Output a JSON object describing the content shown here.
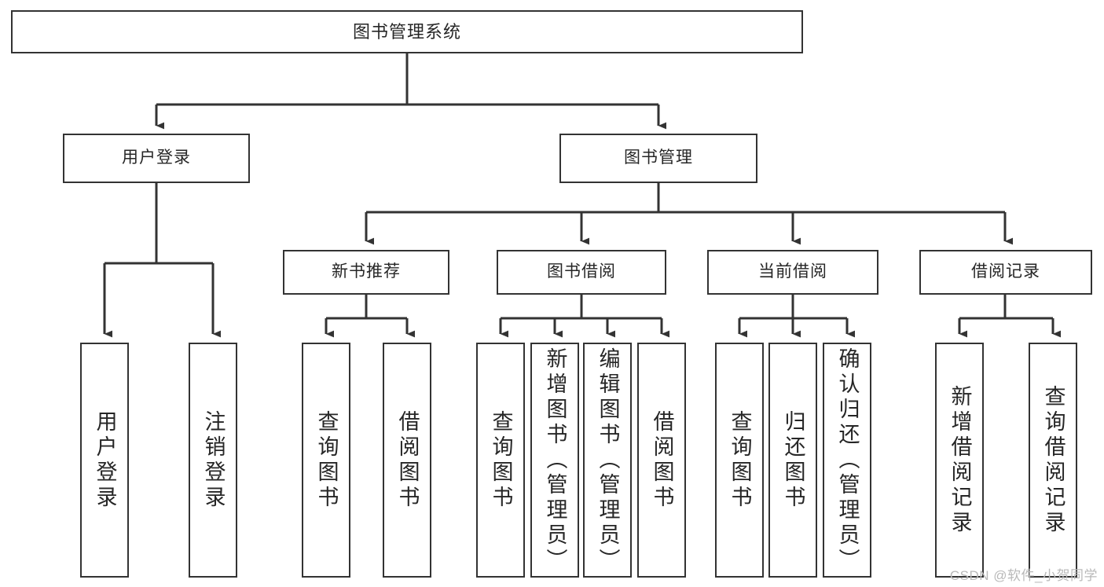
{
  "diagram": {
    "title": "图书管理系统",
    "watermark": "CSDN @软件_小贺同学",
    "line_color": "#333333",
    "box_border_color": "#333333",
    "box_fill": "#ffffff",
    "text_color": "#262626",
    "root": {
      "label": "图书管理系统"
    },
    "level2": [
      {
        "label": "用户登录"
      },
      {
        "label": "图书管理"
      }
    ],
    "level3": [
      {
        "label": "新书推荐"
      },
      {
        "label": "图书借阅"
      },
      {
        "label": "当前借阅"
      },
      {
        "label": "借阅记录"
      }
    ],
    "leaves": {
      "user_login": [
        {
          "label": "用户登录"
        },
        {
          "label": "注销登录"
        }
      ],
      "new_book_recommend": [
        {
          "label": "查询图书"
        },
        {
          "label": "借阅图书"
        }
      ],
      "book_borrow": [
        {
          "label": "查询图书"
        },
        {
          "label": "新增图书（管理员）"
        },
        {
          "label": "编辑图书（管理员）"
        },
        {
          "label": "借阅图书"
        }
      ],
      "current_borrow": [
        {
          "label": "查询图书"
        },
        {
          "label": "归还图书"
        },
        {
          "label": "确认归还（管理员）"
        }
      ],
      "borrow_record": [
        {
          "label": "新增借阅记录"
        },
        {
          "label": "查询借阅记录"
        }
      ]
    }
  }
}
